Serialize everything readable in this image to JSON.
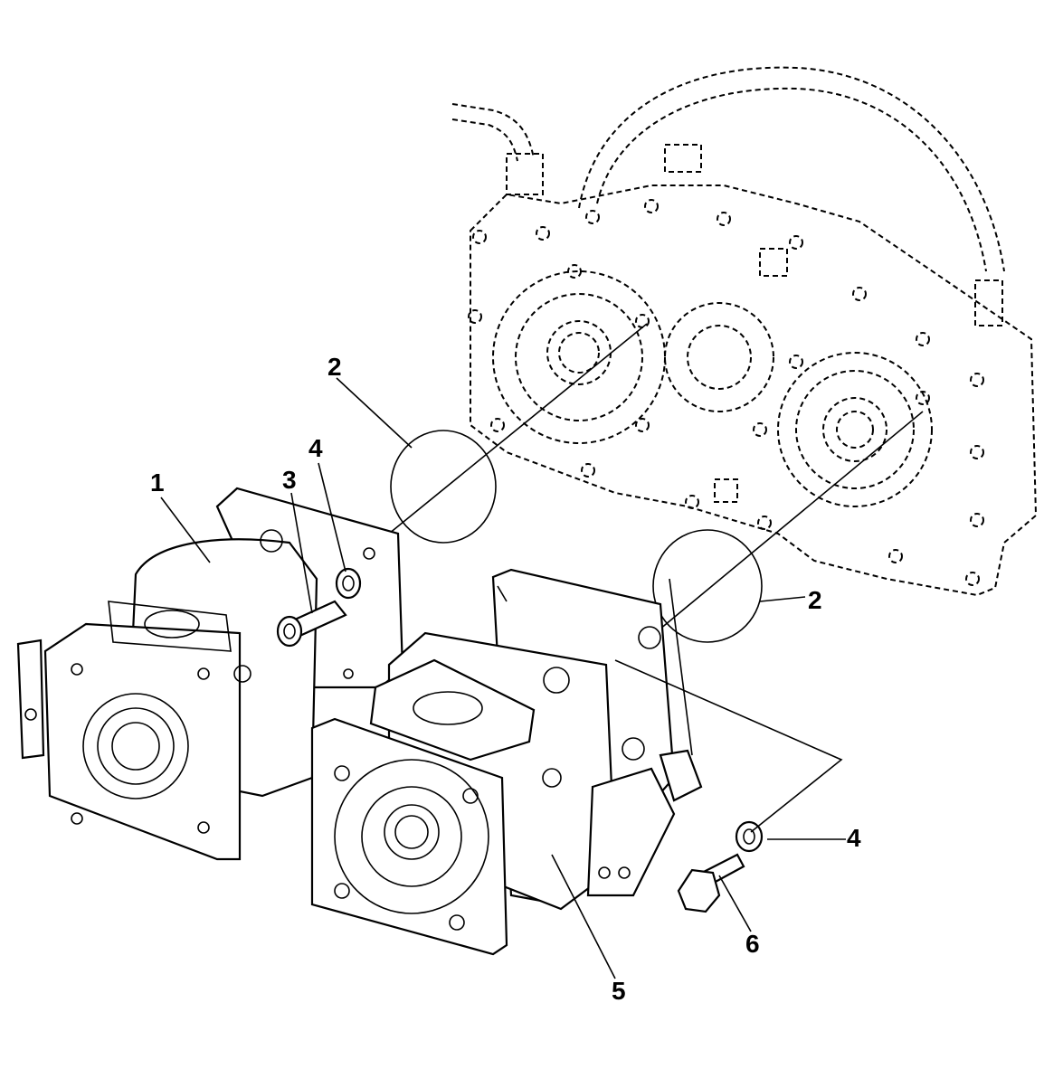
{
  "callouts": {
    "c1": "1",
    "c2a": "2",
    "c2b": "2",
    "c3": "3",
    "c4a": "4",
    "c4b": "4",
    "c5": "5",
    "c6": "6"
  }
}
